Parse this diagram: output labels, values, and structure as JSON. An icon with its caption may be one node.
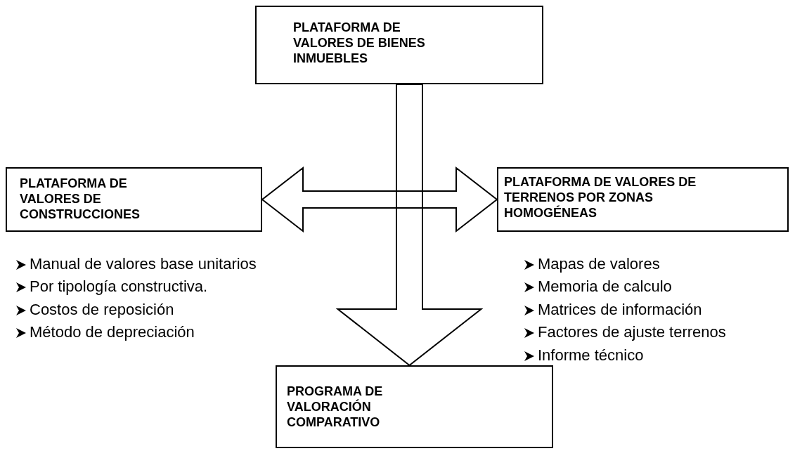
{
  "diagram": {
    "nodes": [
      {
        "text": [
          "PLATAFORMA DE VALORES DE BIENES INMUEBLES"
        ]
      },
      {
        "text": [
          "PLATAFORMA DE VALORES DE CONSTRUCCIONES"
        ]
      },
      {
        "text": [
          "PLATAFORMA DE VALORES DE TERRENOS POR ZONAS HOMOGÉNEAS"
        ]
      },
      {
        "text": [
          "PROGRAMA DE VALORACIÓN COMPARATIVO"
        ]
      }
    ],
    "edges": [
      {
        "from": 0,
        "to": 3,
        "arrow": "to"
      },
      {
        "from": 1,
        "to": 2,
        "arrow": "both"
      }
    ],
    "labels": [
      "Manual de valores base unitarios",
      "Por tipología constructiva.",
      "Costos de reposición",
      "Método de depreciación",
      "Mapas de valores",
      "Memoria de calculo",
      "Matrices de información",
      "Factores de ajuste terrenos",
      "Informe técnico"
    ]
  }
}
